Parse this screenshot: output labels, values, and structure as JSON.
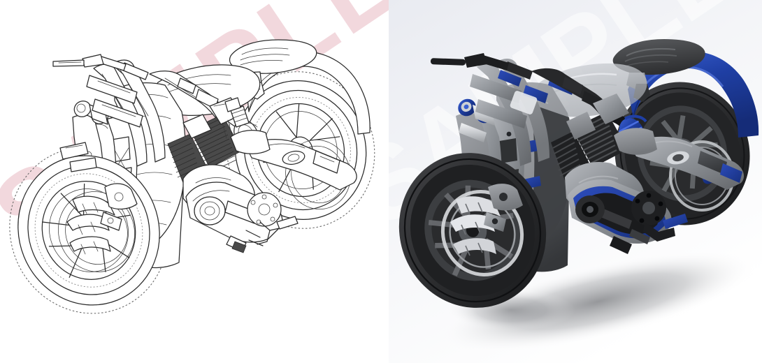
{
  "document": {
    "type": "side-by-side-comparison",
    "subject": "custom cruiser motorcycle",
    "panel_count": 2
  },
  "watermark": {
    "text": "SAMPLE",
    "left_color": "#f2d6dc",
    "right_color": "#ffffff",
    "rotation_deg": -34
  },
  "left_panel": {
    "name": "cad-line-drawing",
    "background": "#ffffff",
    "line_color": "#2a2a2a",
    "phantom_line_style": "dotted",
    "description": "2D technical line drawing of motorcycle, three-quarter rear view",
    "parts": [
      "handlebar",
      "mirror-stalk",
      "front-fork",
      "triple-clamp",
      "headlight-cluster",
      "front-brake-disc",
      "front-wheel",
      "fuel-tank",
      "seat",
      "v-twin-engine",
      "cylinder-fins",
      "primary-drive-cover",
      "belt-pulley",
      "foot-control",
      "swingarm",
      "rear-shock",
      "rear-fender",
      "rear-wheel",
      "rear-brake-disc"
    ]
  },
  "right_panel": {
    "name": "3d-rendered-model",
    "background_gradient": [
      "#eef0f5",
      "#ffffff"
    ],
    "description": "Shaded 3D CAD render of the same motorcycle with ground shadow",
    "colors": {
      "body_grey": "#8e9196",
      "body_grey_dark": "#5d6064",
      "frame_dark": "#3b3d40",
      "accent_blue": "#1f3fa4",
      "accent_blue_light": "#3355c4",
      "tire_black": "#2e2f31",
      "seat_black": "#3a3b3d",
      "chrome": "#d6d8dc",
      "shadow": "#8a8c90"
    },
    "parts": [
      "handlebar",
      "front-fork",
      "headlight-cluster",
      "front-wheel",
      "front-brake-disc",
      "fuel-tank",
      "seat",
      "v-twin-engine",
      "primary-drive-cover",
      "belt-drive",
      "swingarm",
      "rear-shock",
      "rear-fender",
      "rear-wheel",
      "ground-shadow"
    ]
  }
}
